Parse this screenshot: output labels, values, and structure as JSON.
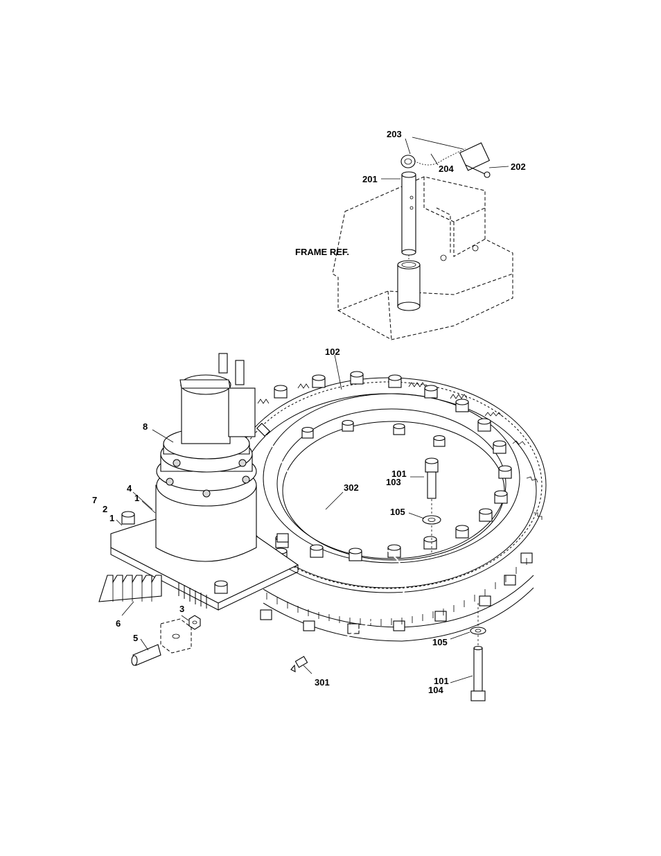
{
  "labels": {
    "frame_ref": "FRAME REF.",
    "p203": "203",
    "p202": "202",
    "p204": "204",
    "p201": "201",
    "p102": "102",
    "p8": "8",
    "p4": "4",
    "p1a": "1",
    "p7": "7",
    "p2": "2",
    "p1b": "1",
    "p302": "302",
    "p101a": "101",
    "p103": "103",
    "p105a": "105",
    "p6": "6",
    "p3": "3",
    "p5": "5",
    "p301": "301",
    "p105b": "105",
    "p101b": "101",
    "p104": "104"
  }
}
